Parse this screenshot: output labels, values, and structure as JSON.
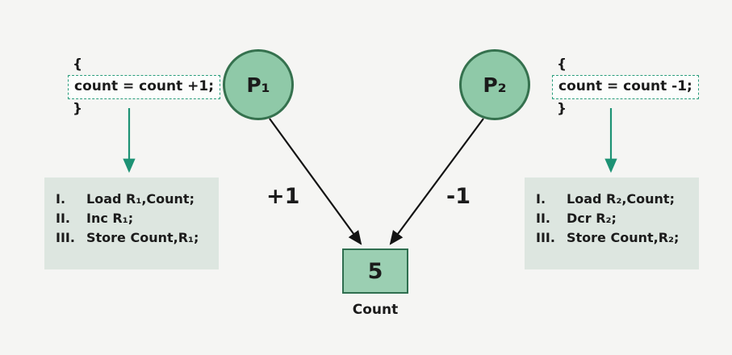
{
  "colors": {
    "node_fill": "#8fc9a8",
    "node_border": "#35714e",
    "teal_accent": "#1d9274",
    "instr_box_bg": "#dde6e0",
    "arrow_black": "#141414"
  },
  "p1": {
    "label": "P₁"
  },
  "p2": {
    "label": "P₂"
  },
  "left_code": {
    "open_brace": "{",
    "statement": "count = count +1;",
    "close_brace": "}"
  },
  "right_code": {
    "open_brace": "{",
    "statement": "count = count -1;",
    "close_brace": "}"
  },
  "left_instructions": {
    "items": [
      {
        "num": "I.",
        "text": "Load R₁,Count;"
      },
      {
        "num": "II.",
        "text": "Inc R₁;"
      },
      {
        "num": "III.",
        "text": "Store Count,R₁;"
      }
    ]
  },
  "right_instructions": {
    "items": [
      {
        "num": "I.",
        "text": "Load R₂,Count;"
      },
      {
        "num": "II.",
        "text": "Dcr R₂;"
      },
      {
        "num": "III.",
        "text": "Store Count,R₂;"
      }
    ]
  },
  "edges": {
    "p1_label": "+1",
    "p2_label": "-1"
  },
  "count_box": {
    "value": "5",
    "caption": "Count"
  }
}
